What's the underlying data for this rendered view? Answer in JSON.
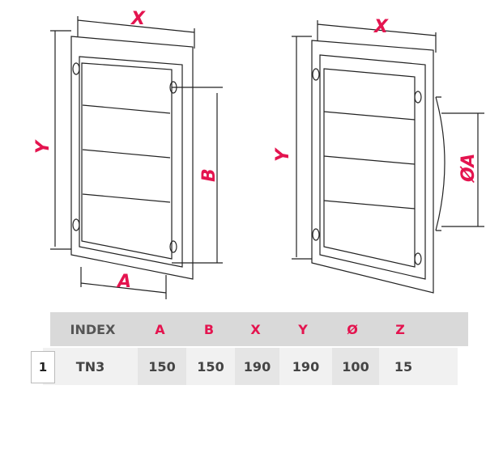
{
  "drawing_left": {
    "labels": {
      "x": "X",
      "y": "Y",
      "a": "A",
      "b": "B"
    }
  },
  "drawing_right": {
    "labels": {
      "x": "X",
      "y": "Y",
      "diameter": "ØA"
    }
  },
  "table": {
    "headers": [
      "INDEX",
      "A",
      "B",
      "X",
      "Y",
      "Ø",
      "Z"
    ],
    "rows": [
      {
        "number": "1",
        "values": [
          "TN3",
          "150",
          "150",
          "190",
          "190",
          "100",
          "15"
        ]
      }
    ]
  },
  "colors": {
    "accent": "#e4144f",
    "header_bg": "#d9d9d9",
    "row_bg": "#f1f1f1"
  }
}
